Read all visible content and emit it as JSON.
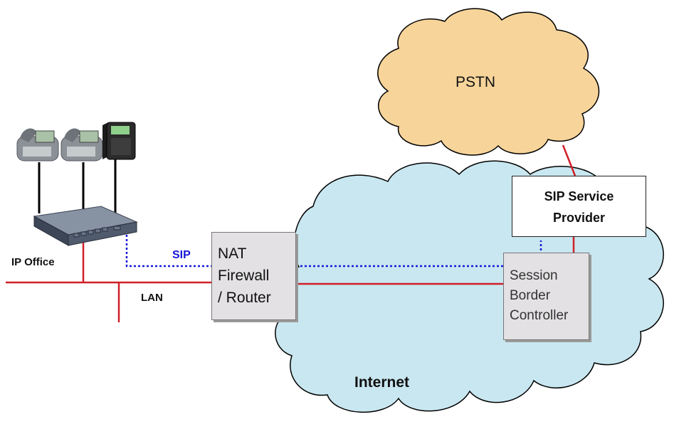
{
  "nodes": {
    "pstn": {
      "label": "PSTN"
    },
    "internet": {
      "label": "Internet"
    },
    "sip_provider": {
      "line1": "SIP Service",
      "line2": "Provider"
    },
    "nat": {
      "line1": "NAT",
      "line2": "Firewall",
      "line3": "/ Router"
    },
    "sbc": {
      "line1": "Session",
      "line2": "Border",
      "line3": "Controller"
    },
    "ip_office": {
      "label": "IP Office"
    },
    "lan": {
      "label": "LAN"
    }
  },
  "links": {
    "sip_label": "SIP"
  },
  "colors": {
    "cloud_pstn": "#f7d49a",
    "cloud_internet": "#c9e7f0",
    "wire_red": "#d11f27",
    "sip_blue": "#1818d8",
    "device_gray": "#4f5a6c"
  }
}
